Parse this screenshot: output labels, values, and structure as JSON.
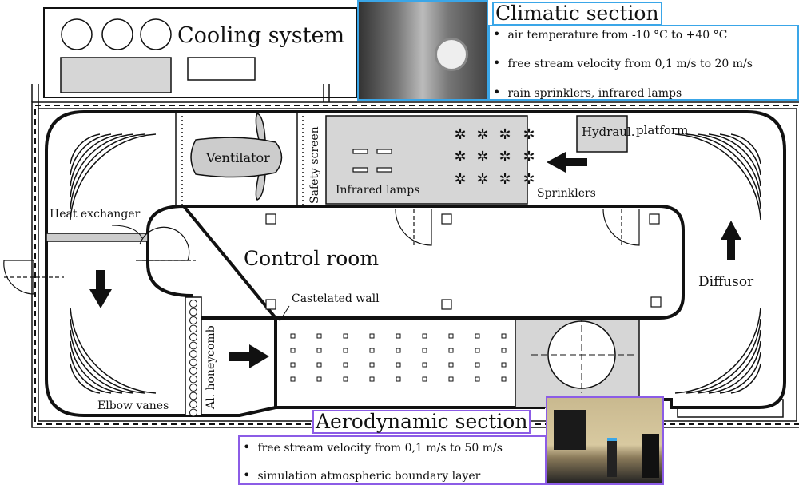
{
  "labels": {
    "cooling_system": "Cooling system",
    "ventilator": "Ventilator",
    "safety_screen": "Safety screen",
    "infrared_lamps": "Infrared lamps",
    "sprinklers": "Sprinklers",
    "hydraul": "Hydraul.",
    "platform": "platform",
    "heat_exchanger": "Heat exchanger",
    "control_room": "Control room",
    "castelated_wall": "Castelated wall",
    "diffusor": "Diffusor",
    "elbow_vanes": "Elbow vanes",
    "al_honeycomb": "Al. honeycomb"
  },
  "climatic": {
    "title": "Climatic section",
    "bullets": [
      "air temperature from -10 °C to +40 °C",
      "free stream velocity from 0,1 m/s to 20 m/s",
      "rain sprinklers, infrared lamps"
    ],
    "color": "#3aa6e8"
  },
  "aerodynamic": {
    "title": "Aerodynamic section",
    "bullets": [
      "free stream velocity from 0,1 m/s to 50 m/s",
      "simulation atmospheric boundary layer"
    ],
    "color": "#8c5ce6"
  }
}
